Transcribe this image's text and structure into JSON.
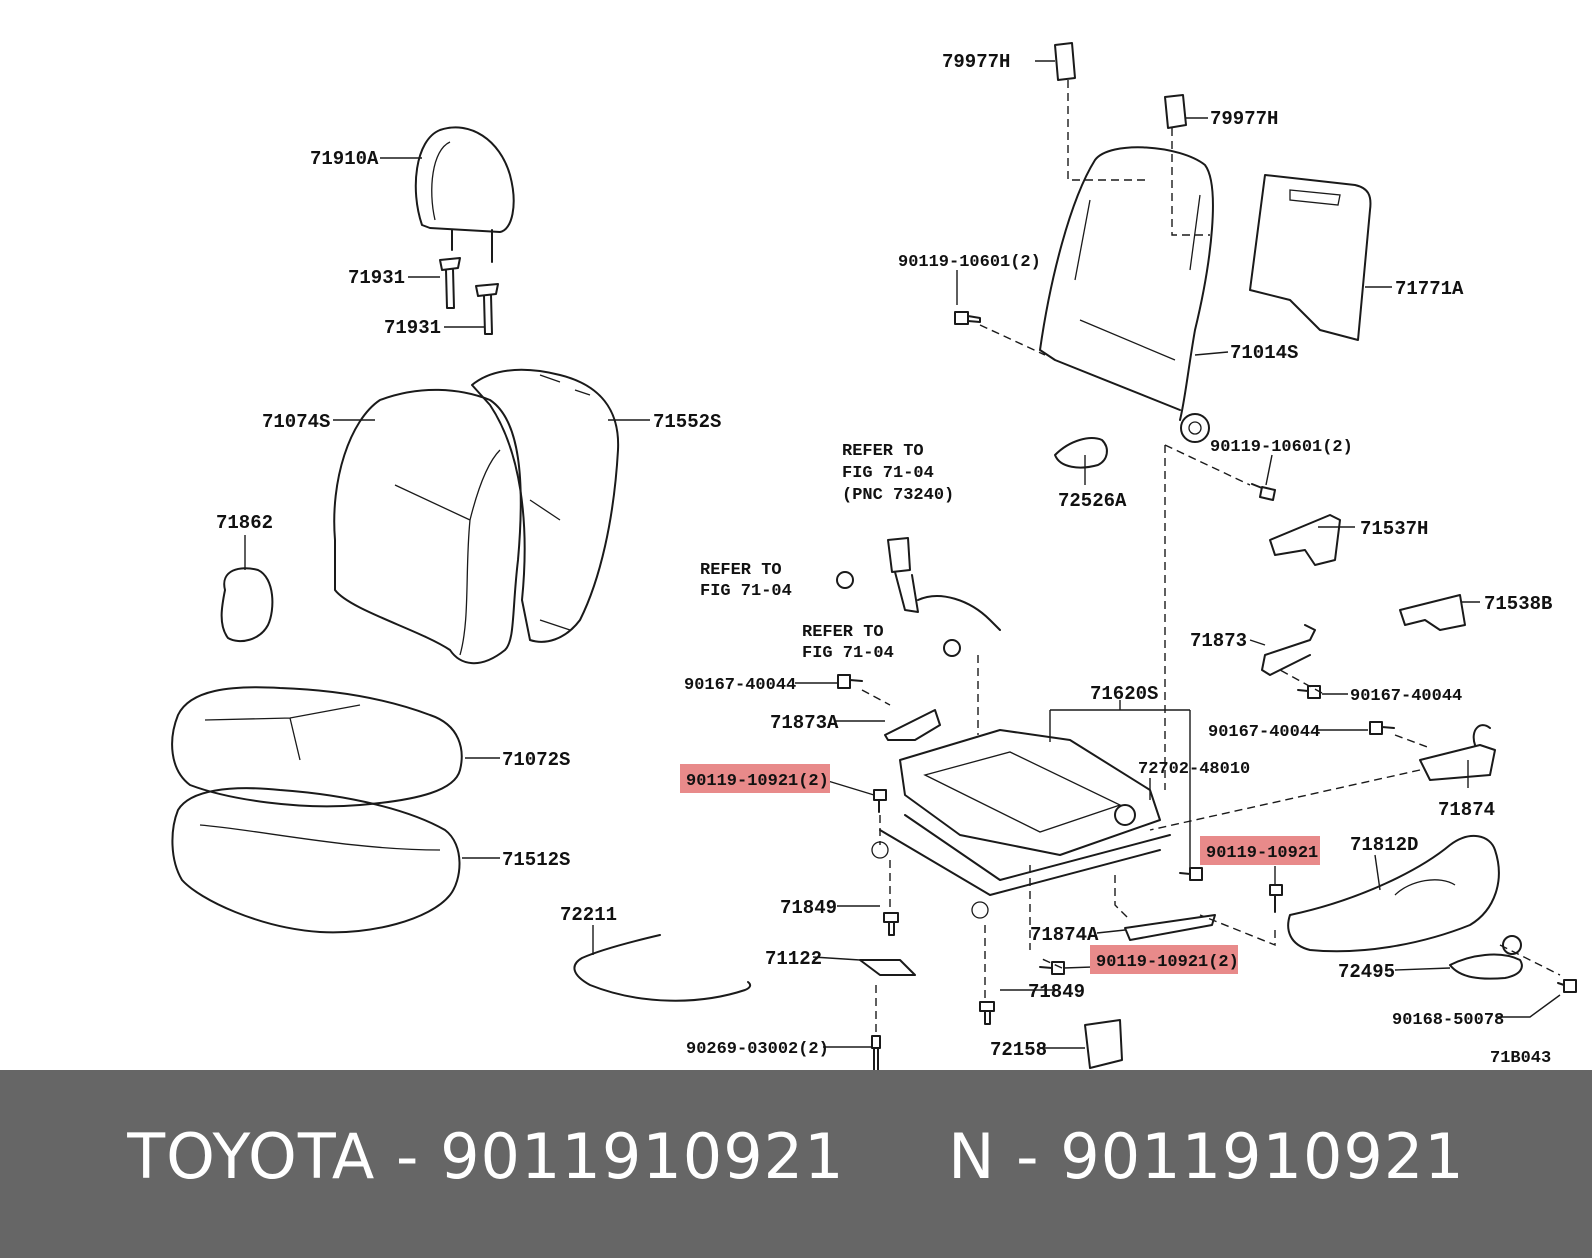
{
  "diagram": {
    "code": "71B043",
    "refer_1": [
      "REFER TO",
      "FIG 71-04",
      "(PNC 73240)"
    ],
    "refer_2": [
      "REFER TO",
      "FIG 71-04"
    ],
    "refer_3": [
      "REFER TO",
      "FIG 71-04"
    ],
    "labels": {
      "p79977h_a": "79977H",
      "p79977h_b": "79977H",
      "p71910a": "71910A",
      "p71931_a": "71931",
      "p71931_b": "71931",
      "p71074s": "71074S",
      "p71552s": "71552S",
      "p71862": "71862",
      "p71072s": "71072S",
      "p71512s": "71512S",
      "p72211": "72211",
      "p71771a": "71771A",
      "p71014s": "71014S",
      "p90119_10601_a": "90119-10601(2)",
      "p90119_10601_b": "90119-10601(2)",
      "p72526a": "72526A",
      "p71537h": "71537H",
      "p71538b": "71538B",
      "p71873": "71873",
      "p90167_40044_a": "90167-40044",
      "p90167_40044_b": "90167-40044",
      "p90167_40044_c": "90167-40044",
      "p71620s": "71620S",
      "p71873a": "71873A",
      "p72702_48010": "72702-48010",
      "p71874": "71874",
      "p90119_10921_a": "90119-10921(2)",
      "p90119_10921_b": "90119-10921",
      "p90119_10921_c": "90119-10921(2)",
      "p71812d": "71812D",
      "p71849_a": "71849",
      "p71849_b": "71849",
      "p71874a": "71874A",
      "p71122": "71122",
      "p72495": "72495",
      "p90168_50078": "90168-50078",
      "p90269_03002": "90269-03002(2)",
      "p72158": "72158"
    },
    "highlight_color": "#e88a8a"
  },
  "footer": {
    "text": "TOYOTA - 9011910921     N - 9011910921",
    "background": "#666666"
  }
}
